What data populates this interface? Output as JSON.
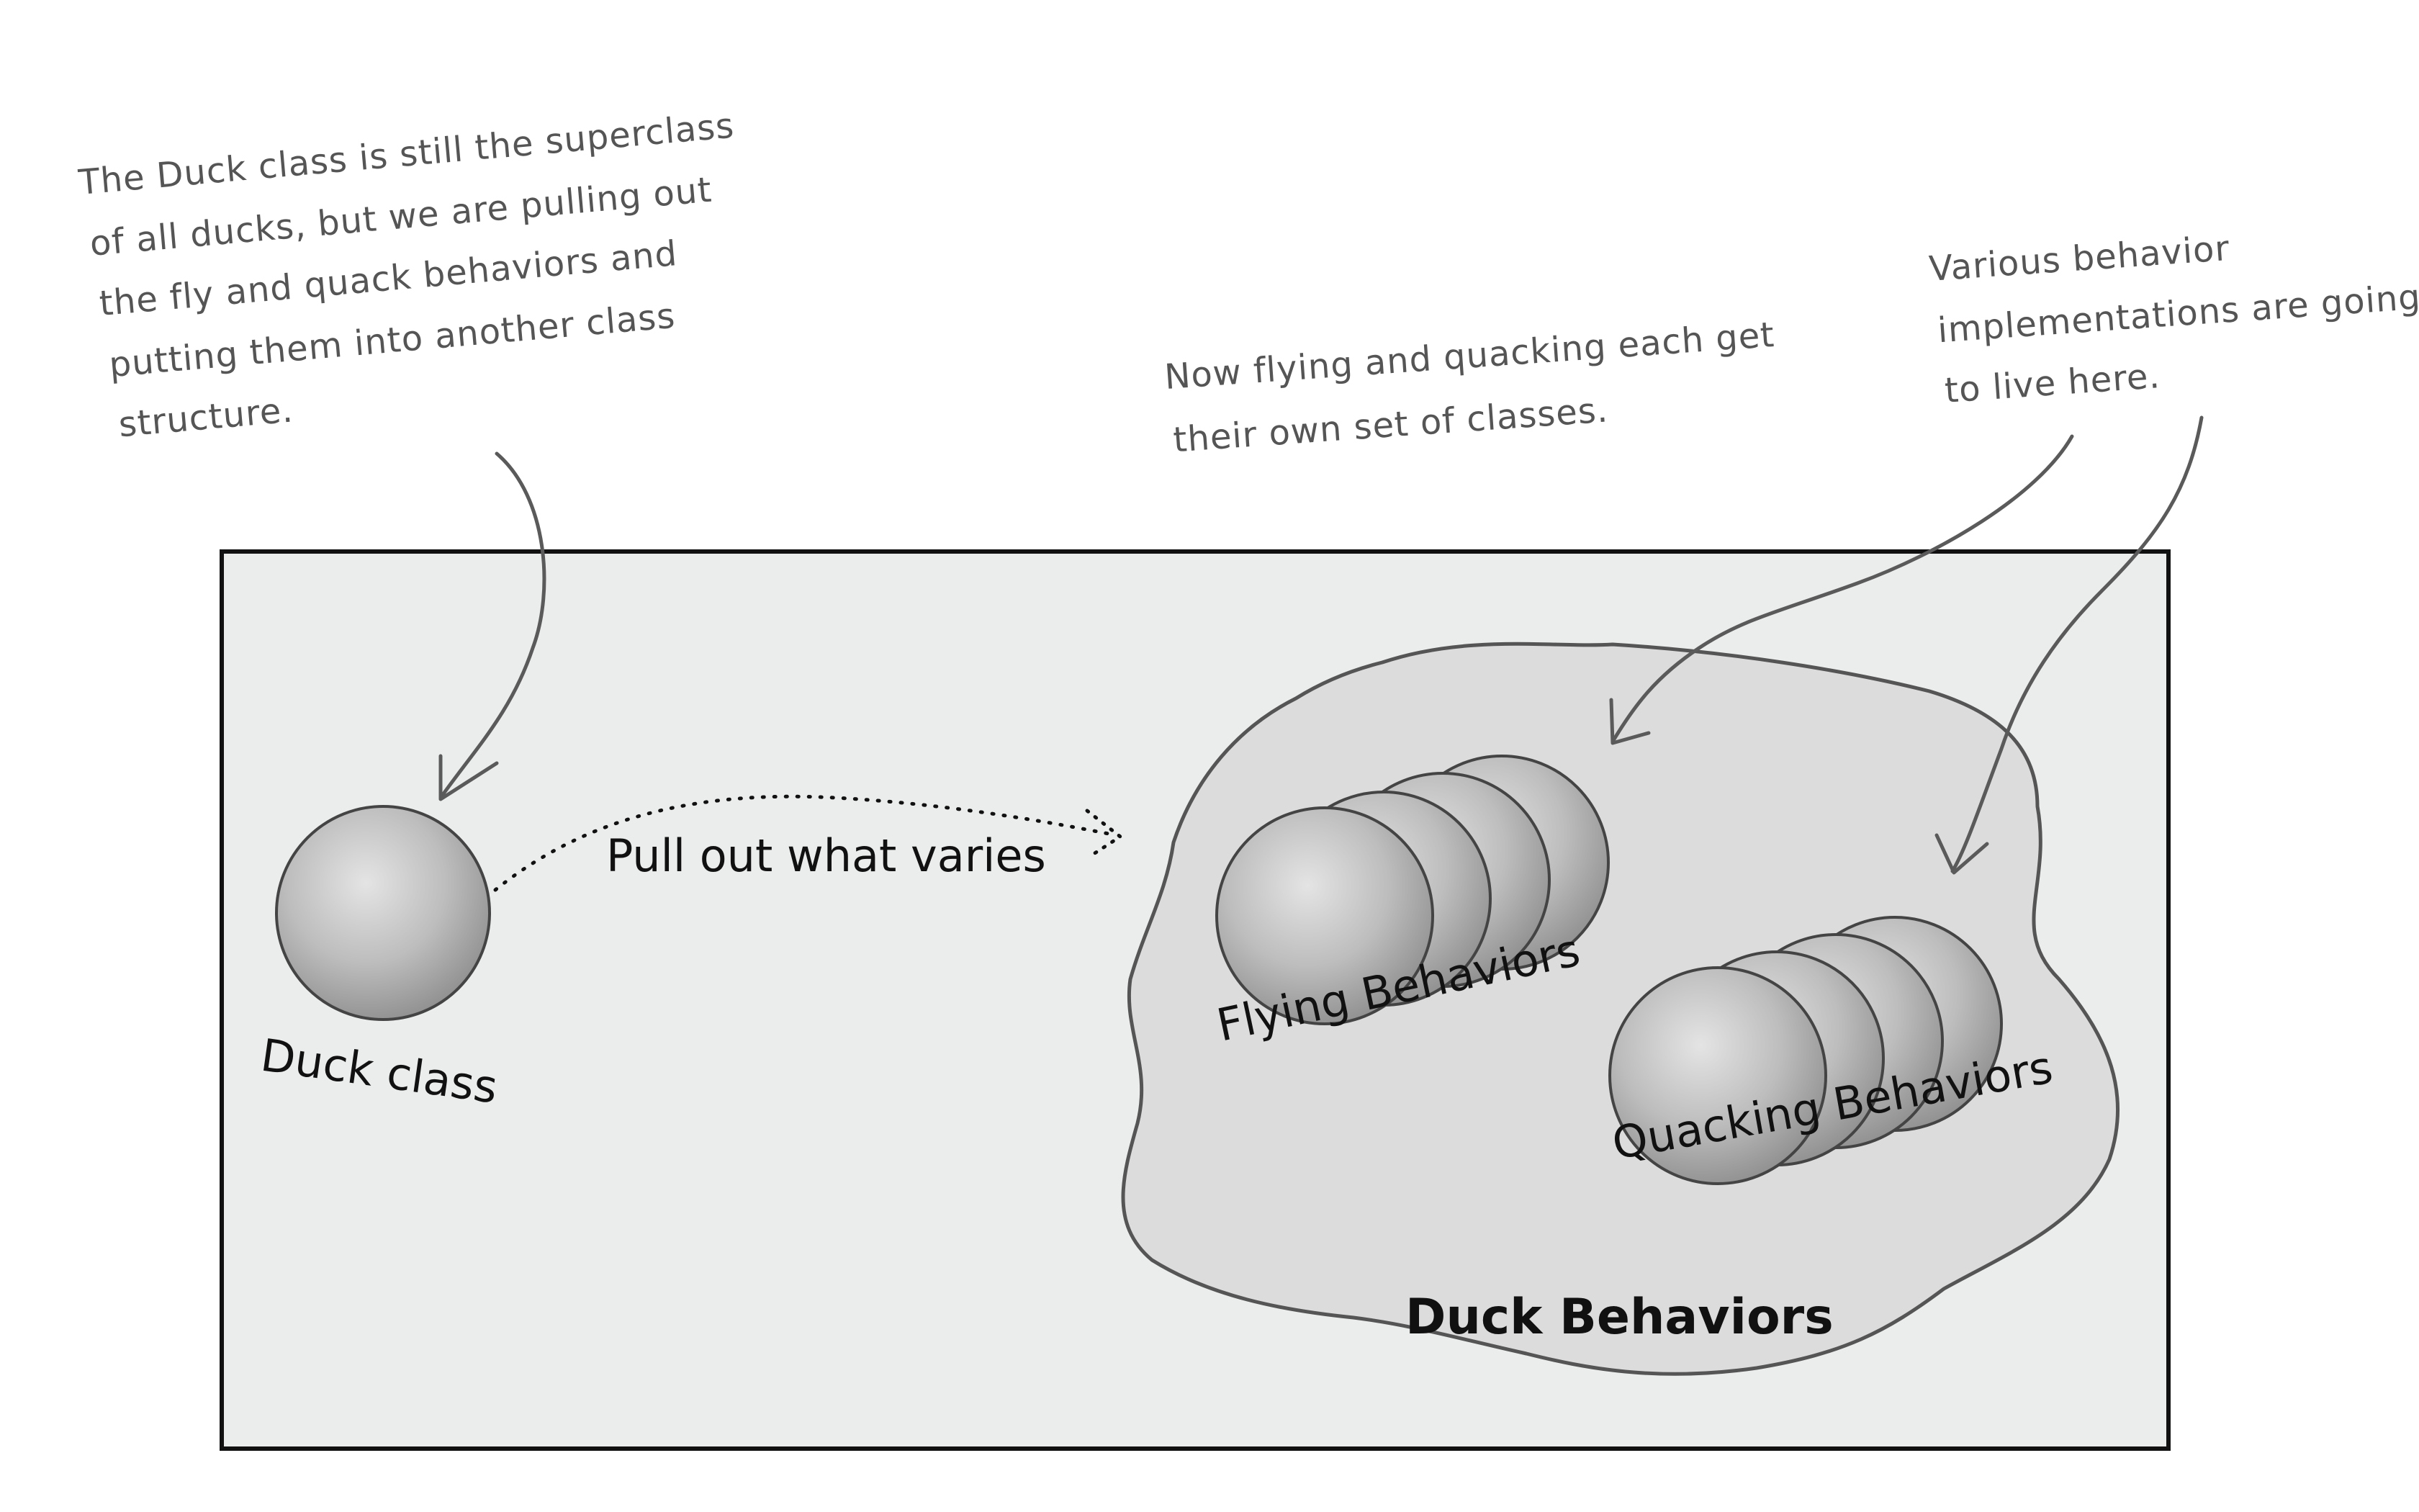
{
  "annotations": {
    "duck_superclass": [
      "The Duck class is still the superclass",
      "of all ducks, but we are pulling out",
      "the fly and quack behaviors and",
      "putting them into another class",
      "structure."
    ],
    "own_classes": [
      "Now flying and quacking each get",
      "their own set of classes."
    ],
    "implementations": [
      "Various behavior",
      "implementations are going",
      "to live here."
    ]
  },
  "labels": {
    "duck_class": "Duck class",
    "pull_out": "Pull out what varies",
    "flying": "Flying Behaviors",
    "quacking": "Quacking Behaviors",
    "duck_behaviors": "Duck Behaviors"
  },
  "colors": {
    "panel_fill": "#ebecec",
    "cloud_fill": "#dcdcdd",
    "sphere_light": "#e2e2e2",
    "sphere_dark": "#8f8f8f"
  }
}
